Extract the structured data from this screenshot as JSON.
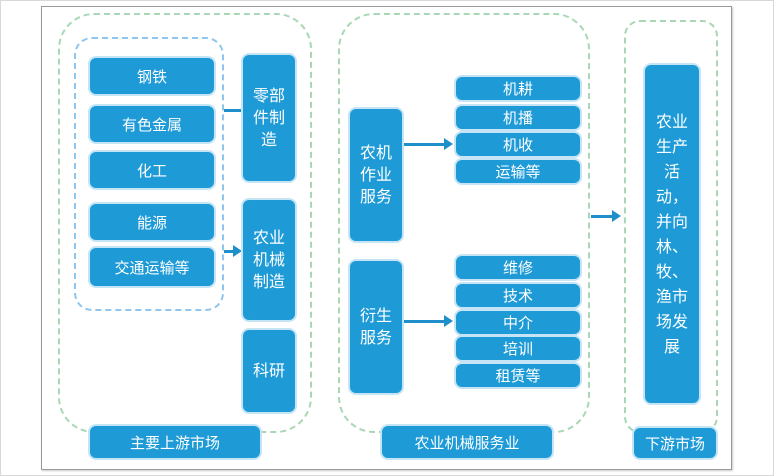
{
  "upstream": {
    "materials": [
      "钢铁",
      "有色金属",
      "化工",
      "能源",
      "交通运输等"
    ],
    "parts_manufacturing": "零部件制造",
    "machinery_manufacturing": "农业机械制造",
    "research": "科研",
    "label": "主要上游市场"
  },
  "service": {
    "operation_services": "农机作业服务",
    "operation_items": [
      "机耕",
      "机播",
      "机收",
      "运输等"
    ],
    "derived_services": "衍生服务",
    "derived_items": [
      "维修",
      "技术",
      "中介",
      "培训",
      "租赁等"
    ],
    "label": "农业机械服务业"
  },
  "downstream": {
    "development": "农业生产活动，并向林、牧、渔市场发展",
    "label": "下游市场"
  },
  "colors": {
    "box_fill": "#1e9bd7",
    "box_border": "#c5e4f5",
    "group_dash": "#a9d7b5",
    "inner_dash": "#8ec6ef",
    "arrow": "#1e8fca"
  }
}
